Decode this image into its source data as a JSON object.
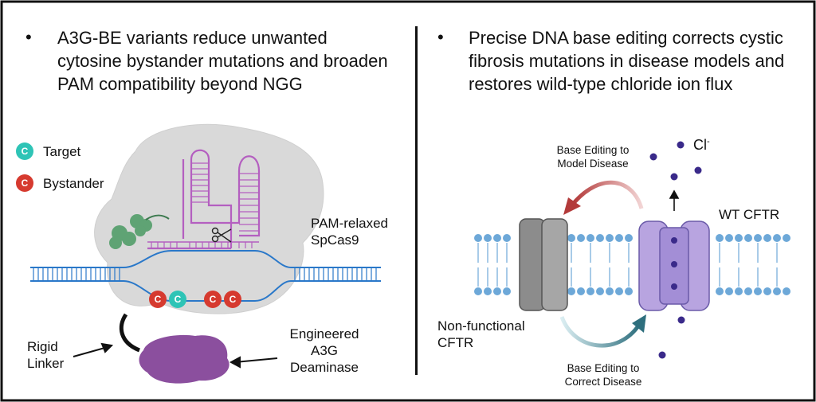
{
  "left_panel": {
    "bullet_text": "A3G-BE variants reduce unwanted cytosine bystander mutations and broaden PAM compatibility beyond NGG",
    "legend": {
      "target_symbol": "C",
      "target_label": "Target",
      "bystander_symbol": "C",
      "bystander_label": "Bystander"
    },
    "cas9_label": "PAM-relaxed\nSpCas9",
    "linker_label": "Rigid\nLinker",
    "deaminase_label": "Engineered\nA3G\nDeaminase",
    "strand_bases": [
      "C",
      "C",
      "C",
      "C"
    ]
  },
  "right_panel": {
    "bullet_text": "Precise DNA base editing corrects cystic fibrosis mutations in disease models and restores wild-type chloride ion flux",
    "ion_label": "Cl",
    "ion_charge": "-",
    "model_disease_label": "Base Editing to\nModel Disease",
    "correct_disease_label": "Base Editing to\nCorrect Disease",
    "wt_label": "WT CFTR",
    "nonfunctional_label": "Non-functional\nCFTR"
  },
  "colors": {
    "target": "#2ec4b6",
    "bystander": "#d63a2f",
    "cas9": "#d9d9d9",
    "rna": "#b45fc0",
    "dna": "#2a78c9",
    "membrane": "#6da8d8",
    "deaminase": "#8b4f9e",
    "wt_channel": "#b8a4e0",
    "mutant_channel": "#8c8c8c",
    "ion": "#3a2a8a",
    "arrow_red": "#b33a3a",
    "arrow_teal": "#2e6f7e"
  }
}
